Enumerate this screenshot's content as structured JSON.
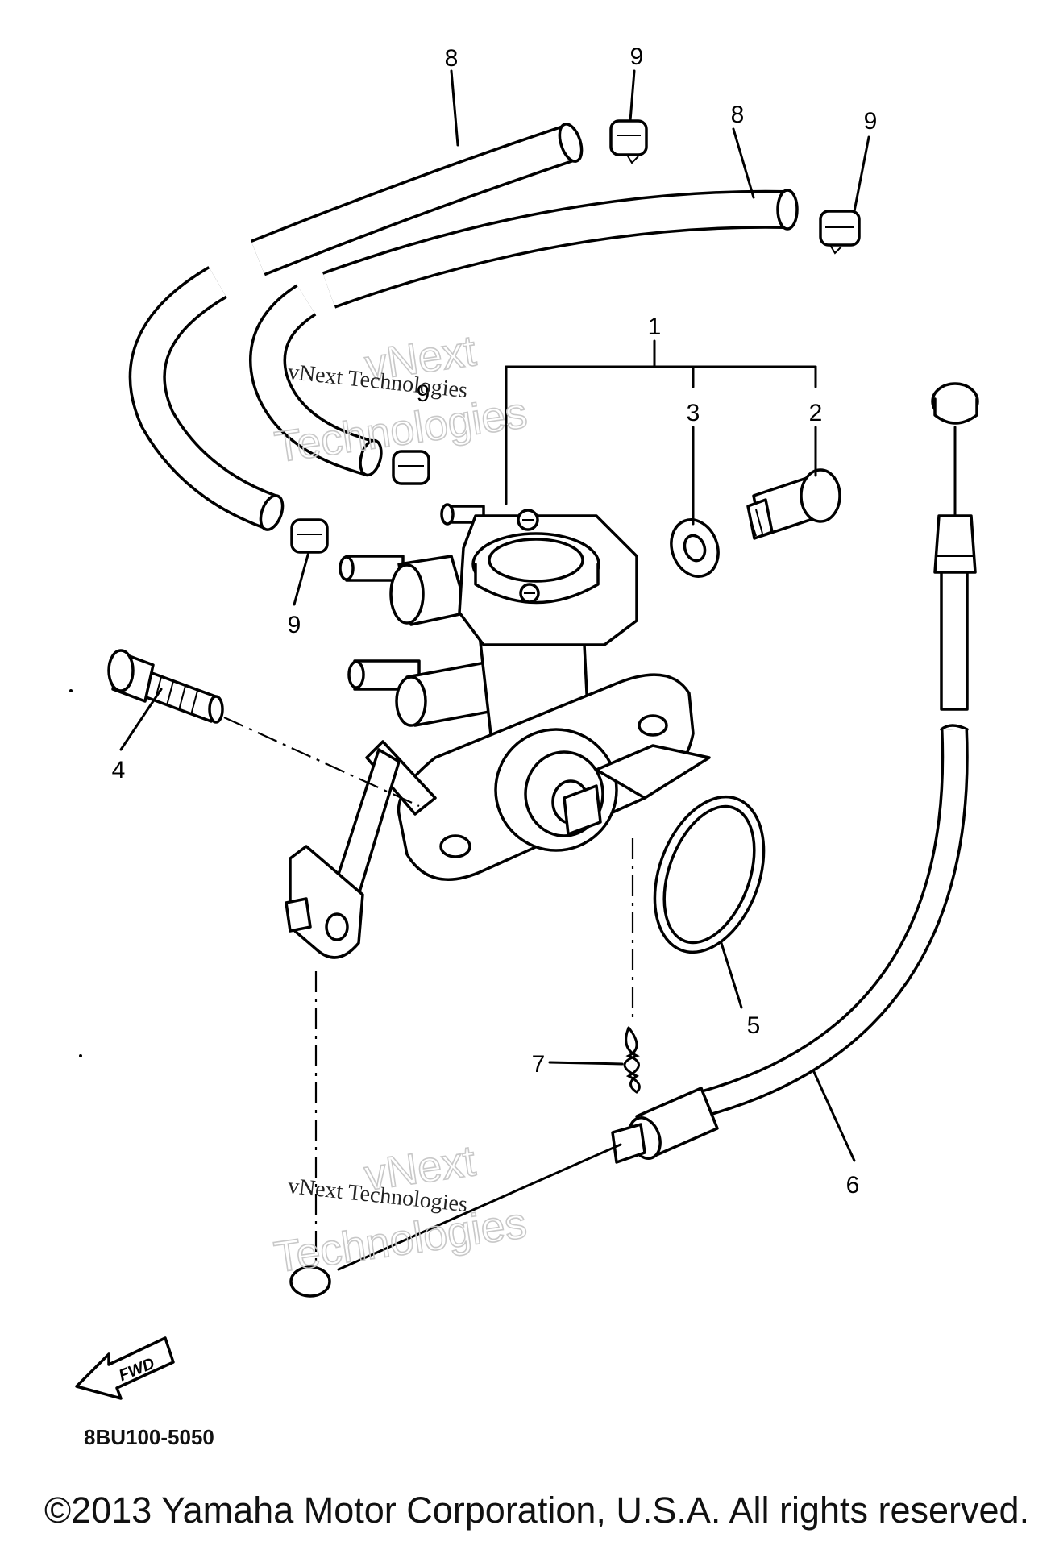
{
  "callouts": [
    {
      "id": "8a",
      "text": "8"
    },
    {
      "id": "9a",
      "text": "9"
    },
    {
      "id": "8b",
      "text": "8"
    },
    {
      "id": "9b",
      "text": "9"
    },
    {
      "id": "1",
      "text": "1"
    },
    {
      "id": "3",
      "text": "3"
    },
    {
      "id": "2",
      "text": "2"
    },
    {
      "id": "9c",
      "text": "9"
    },
    {
      "id": "9d",
      "text": "9"
    },
    {
      "id": "4",
      "text": "4"
    },
    {
      "id": "5",
      "text": "5"
    },
    {
      "id": "7",
      "text": "7"
    },
    {
      "id": "6",
      "text": "6"
    }
  ],
  "watermarks": {
    "line1": "vNext Technologies",
    "line2": "vNext",
    "line3": "Technologies"
  },
  "diagram_code": "8BU100-5050",
  "fwd_label": "FWD",
  "copyright": "©2013 Yamaha Motor Corporation, U.S.A. All rights reserved."
}
